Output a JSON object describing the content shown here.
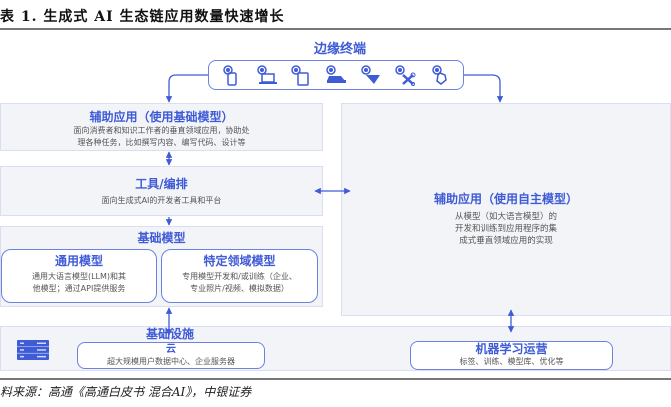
{
  "title": "表 1. 生成式 AI 生态链应用数量快速增长",
  "source": "料来源：高通《高通白皮书 混合AI》，中银证券",
  "edge": {
    "label": "边缘终端",
    "devices": [
      "smartphone-icon",
      "laptop-icon",
      "tablet-icon",
      "car-icon",
      "drone-icon",
      "quadcopter-icon",
      "smartwatch-icon"
    ]
  },
  "assist_foundation": {
    "heading": "辅助应用（使用基础模型）",
    "line1": "面向消费者和知识工作者的垂直领域应用，协助处",
    "line2": "理各种任务，比如撰写内容、编写代码、设计等"
  },
  "tools": {
    "heading": "工具/编排",
    "desc": "面向生成式AI的开发者工具和平台"
  },
  "foundation_models": {
    "heading": "基础模型",
    "general": {
      "heading": "通用模型",
      "line1": "通用大语言模型(LLM)和其",
      "line2": "他模型；通过API提供服务"
    },
    "domain": {
      "heading": "特定领域模型",
      "line1": "专用模型开发和/或训练（企业、",
      "line2": "专业照片/视频、模拟数据）"
    }
  },
  "infrastructure": {
    "heading": "基础设施",
    "cloud": {
      "heading": "云",
      "desc": "超大规模用户数据中心、企业服务器"
    },
    "mlops": {
      "heading": "机器学习运营",
      "desc": "标签、训练、模型库、优化等"
    }
  },
  "assist_own": {
    "heading": "辅助应用（使用自主模型）",
    "line1": "从模型（如大语言模型）的",
    "line2": "开发和训练到应用程序的集",
    "line3": "成式垂直领域应用的实现"
  },
  "colors": {
    "accent": "#3f5bd6",
    "panel": "#f3f4f8",
    "text": "#555555"
  }
}
